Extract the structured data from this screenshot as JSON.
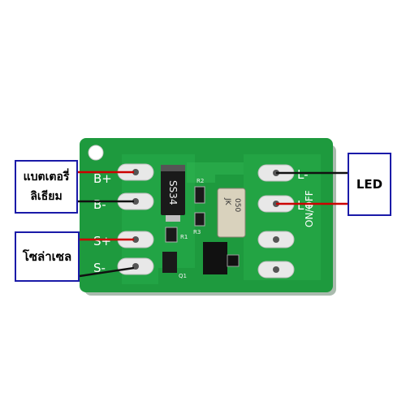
{
  "labels": {
    "battery_line1": "แบตเตอรี่",
    "battery_line2": "ลิเธียม",
    "solar": "โซล่าเซล",
    "led": "LED"
  },
  "pcb": {
    "left_pads": [
      "B+",
      "B-",
      "S+",
      "S-"
    ],
    "right_pads": [
      "L-",
      "L+"
    ],
    "switch_label": "ON/OFF",
    "diode_marking": "SS34",
    "inductor_marking_1": "JK",
    "inductor_marking_2": "050",
    "component_labels": [
      "R2",
      "R1",
      "R3",
      "Q1"
    ]
  },
  "colors": {
    "board": "#1e9a3e",
    "label_border": "#1a1aa8",
    "wire_red": "#cc0000",
    "wire_black": "#111111"
  }
}
